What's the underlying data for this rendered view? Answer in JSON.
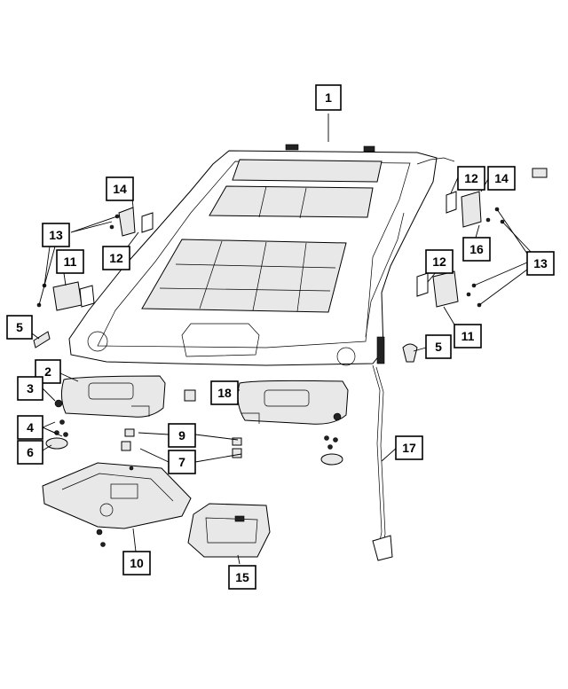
{
  "callouts": [
    {
      "label": "1"
    },
    {
      "label": "2"
    },
    {
      "label": "3"
    },
    {
      "label": "4"
    },
    {
      "label": "5"
    },
    {
      "label": "5"
    },
    {
      "label": "6"
    },
    {
      "label": "7"
    },
    {
      "label": "9"
    },
    {
      "label": "10"
    },
    {
      "label": "11"
    },
    {
      "label": "11"
    },
    {
      "label": "12"
    },
    {
      "label": "12"
    },
    {
      "label": "12"
    },
    {
      "label": "13"
    },
    {
      "label": "13"
    },
    {
      "label": "14"
    },
    {
      "label": "14"
    },
    {
      "label": "15"
    },
    {
      "label": "16"
    },
    {
      "label": "17"
    },
    {
      "label": "18"
    }
  ],
  "colors": {
    "line": "#000000",
    "background": "#ffffff",
    "shade": "#e8e8e8"
  }
}
